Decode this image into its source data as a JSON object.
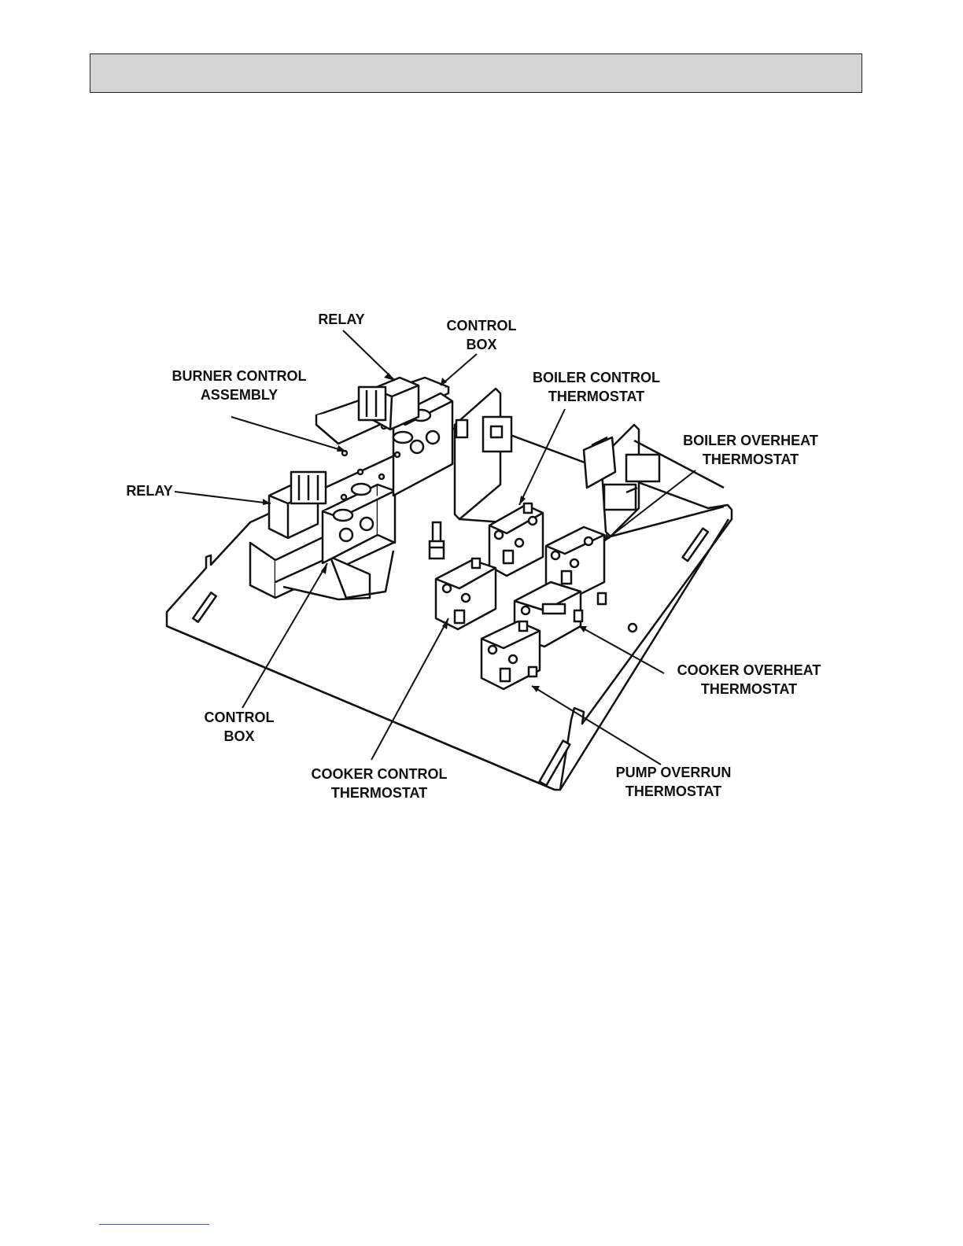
{
  "labels": {
    "relay_top": "RELAY",
    "control_box_top_1": "CONTROL",
    "control_box_top_2": "BOX",
    "burner_1": "BURNER CONTROL",
    "burner_2": "ASSEMBLY",
    "boiler_control_1": "BOILER CONTROL",
    "boiler_control_2": "THERMOSTAT",
    "boiler_overheat_1": "BOILER OVERHEAT",
    "boiler_overheat_2": "THERMOSTAT",
    "relay_left": "RELAY",
    "cooker_overheat_1": "COOKER OVERHEAT",
    "cooker_overheat_2": "THERMOSTAT",
    "control_box_bottom_1": "CONTROL",
    "control_box_bottom_2": "BOX",
    "cooker_control_1": "COOKER CONTROL",
    "cooker_control_2": "THERMOSTAT",
    "pump_overrun_1": "PUMP OVERRUN",
    "pump_overrun_2": "THERMOSTAT"
  }
}
